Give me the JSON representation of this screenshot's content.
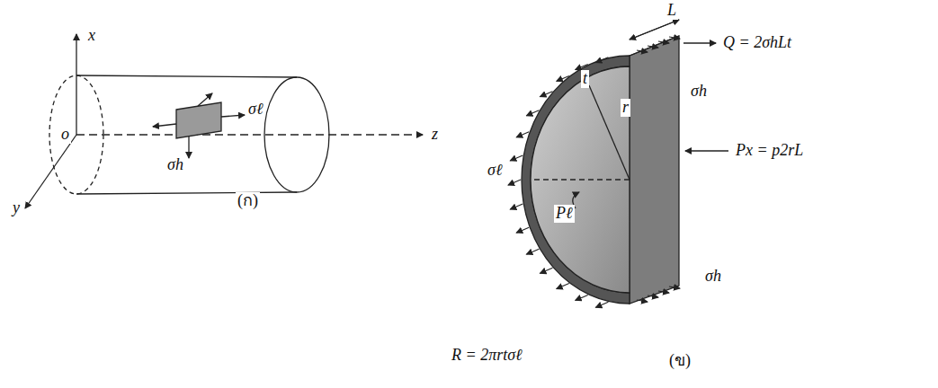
{
  "diagram": {
    "labels": [
      "x",
      "o",
      "y",
      "z",
      "σℓ",
      "σh",
      "(ก)",
      "L",
      "Q = 2σhLt",
      "σh",
      "t",
      "r",
      "Px = p2rL",
      "σℓ",
      "Pℓ",
      "R = 2πrtσℓ",
      "σh",
      "(ข)"
    ]
  }
}
